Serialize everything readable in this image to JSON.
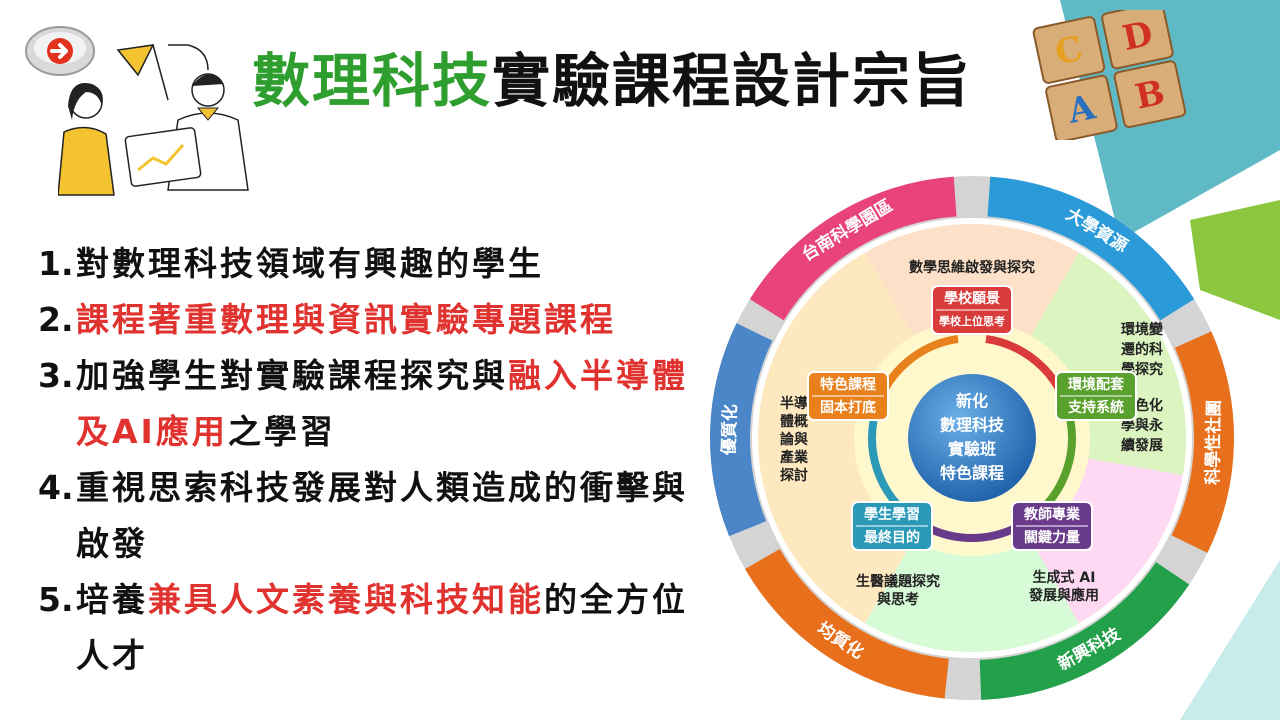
{
  "title": {
    "green_part": "數理科技",
    "dark_part": "實驗課程設計宗旨"
  },
  "points": [
    {
      "num": "1.",
      "parts": [
        {
          "text": "對數理科技領域有興趣的學生",
          "red": false
        }
      ]
    },
    {
      "num": "2.",
      "parts": [
        {
          "text": "課程著重數理與資訊實驗專題課程",
          "red": true
        }
      ]
    },
    {
      "num": "3.",
      "parts": [
        {
          "text": "加強學生對實驗課程探究與",
          "red": false
        },
        {
          "text": "融入半導體及AI應用",
          "red": true
        },
        {
          "text": "之學習",
          "red": false
        }
      ]
    },
    {
      "num": "4.",
      "parts": [
        {
          "text": "重視思索科技發展對人類造成的衝擊與啟發",
          "red": false
        }
      ]
    },
    {
      "num": "5.",
      "parts": [
        {
          "text": "培養",
          "red": false
        },
        {
          "text": "兼具人文素養與科技知能",
          "red": true
        },
        {
          "text": "的全方位人才",
          "red": false
        }
      ]
    }
  ],
  "wheel": {
    "center": [
      "新化",
      "數理科技",
      "實驗班",
      "特色課程"
    ],
    "outer_labels": {
      "top_left": "台南科學園區",
      "top_right": "大學資源",
      "right": "科學性社團",
      "bottom_right": "新興科技",
      "bottom_left": "均質化",
      "left": "優質化"
    },
    "segments": {
      "top": "數學思維啟發與探究",
      "right_a": [
        "環境變",
        "遷的科",
        "學探究"
      ],
      "right_b": [
        "綠色化",
        "學與永",
        "續發展"
      ],
      "bottom_right": [
        "生成式 AI",
        "發展與應用"
      ],
      "bottom_left": [
        "生醫議題探究",
        "與思考"
      ],
      "left": [
        "半導",
        "體概",
        "論與",
        "產業",
        "探討"
      ]
    },
    "nodes": [
      {
        "title": "學校願景",
        "sub": "學校上位思考",
        "color": "#d93a3a"
      },
      {
        "title": "環境配套",
        "sub": "支持系統",
        "color": "#5aa02c"
      },
      {
        "title": "教師專業",
        "sub": "關鍵力量",
        "color": "#6a3a8a"
      },
      {
        "title": "學生學習",
        "sub": "最終目的",
        "color": "#2a9ab8"
      },
      {
        "title": "特色課程",
        "sub": "固本打底",
        "color": "#e8801c"
      }
    ]
  },
  "blocks": [
    "A",
    "C",
    "D",
    "B"
  ],
  "colors": {
    "title_green": "#2e9e2e",
    "highlight_red": "#e0322e",
    "outer_blue": "#2a9ad8",
    "outer_orange": "#e8701c",
    "outer_green": "#22a04a",
    "teal_corner": "#4fb3bf"
  },
  "icons": [
    "arrow-right-icon",
    "illustration-people"
  ]
}
